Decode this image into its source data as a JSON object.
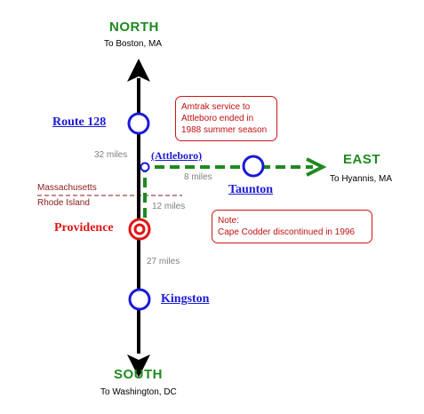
{
  "directions": {
    "north": {
      "label": "NORTH",
      "destination": "To Boston, MA"
    },
    "south": {
      "label": "SOUTH",
      "destination": "To Washington, DC"
    },
    "east": {
      "label": "EAST",
      "destination": "To Hyannis, MA"
    }
  },
  "stations": {
    "route128": "Route 128",
    "attleboro": "(Attleboro)",
    "taunton": "Taunton",
    "providence": "Providence",
    "kingston": "Kingston"
  },
  "distances": {
    "route128_to_attleboro": "32 miles",
    "attleboro_to_taunton": "8 miles",
    "attleboro_to_providence": "12 miles",
    "providence_to_kingston": "27 miles"
  },
  "state_line": {
    "upper": "Massachusetts",
    "lower": "Rhode Island"
  },
  "notes": {
    "amtrak": [
      "Amtrak service to",
      "Attleboro ended in",
      "1988 summer season"
    ],
    "cape_codder": [
      "Note:",
      "Cape Codder discontinued in 1996"
    ]
  },
  "colors": {
    "main_line": "#000000",
    "branch_line": "#1f8a1f",
    "station_marker": "#1a1ad6",
    "hub_marker": "#e01515",
    "state_line": "#8b1a1a",
    "note_border": "#d01515"
  }
}
